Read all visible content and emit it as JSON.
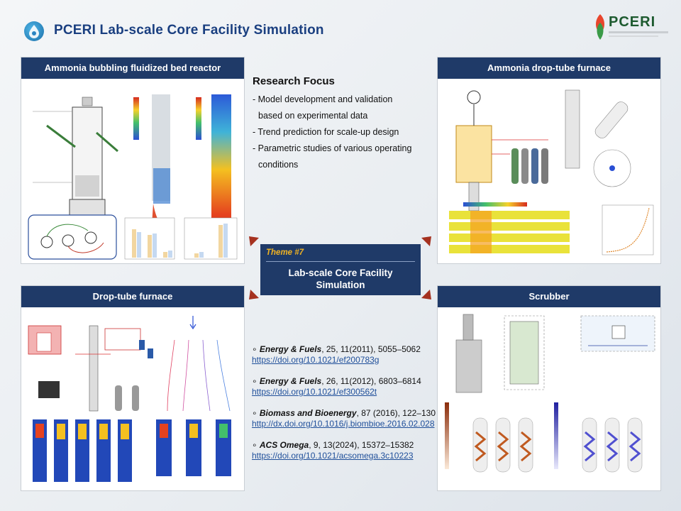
{
  "header": {
    "title": "PCERI Lab-scale Core Facility Simulation",
    "logo_text": "PCERI"
  },
  "panels": {
    "top_left": {
      "title": "Ammonia bubbling fluidized bed reactor"
    },
    "top_right": {
      "title": "Ammonia drop-tube furnace"
    },
    "bottom_left": {
      "title": "Drop-tube furnace"
    },
    "bottom_right": {
      "title": "Scrubber"
    }
  },
  "research_focus": {
    "heading": "Research Focus",
    "items": [
      "- Model development and validation",
      "based on experimental data",
      "- Trend prediction for scale-up design",
      "- Parametric studies of various operating",
      "conditions"
    ]
  },
  "theme": {
    "tag": "Theme #7",
    "title_line1": "Lab-scale Core Facility",
    "title_line2": "Simulation"
  },
  "references": [
    {
      "journal": "Energy & Fuels",
      "details": ", 25, 11(2011), 5055–5062",
      "url": "https://doi.org/10.1021/ef200783g"
    },
    {
      "journal": "Energy & Fuels",
      "details": ", 26, 11(2012), 6803–6814",
      "url": "https://doi.org/10.1021/ef300562t"
    },
    {
      "journal": "Biomass and Bioenergy",
      "details": ", 87 (2016), 122–130",
      "url": "http://dx.doi.org/10.1016/j.biombioe.2016.02.028"
    },
    {
      "journal": "ACS Omega",
      "details": ", 9, 13(2024), 15372–15382",
      "url": "https://doi.org/10.1021/acsomega.3c10223"
    }
  ],
  "colors": {
    "panel_header": "#1f3a68",
    "theme_tag": "#f0b323",
    "arrow": "#a5311f",
    "title": "#1a3f80"
  }
}
